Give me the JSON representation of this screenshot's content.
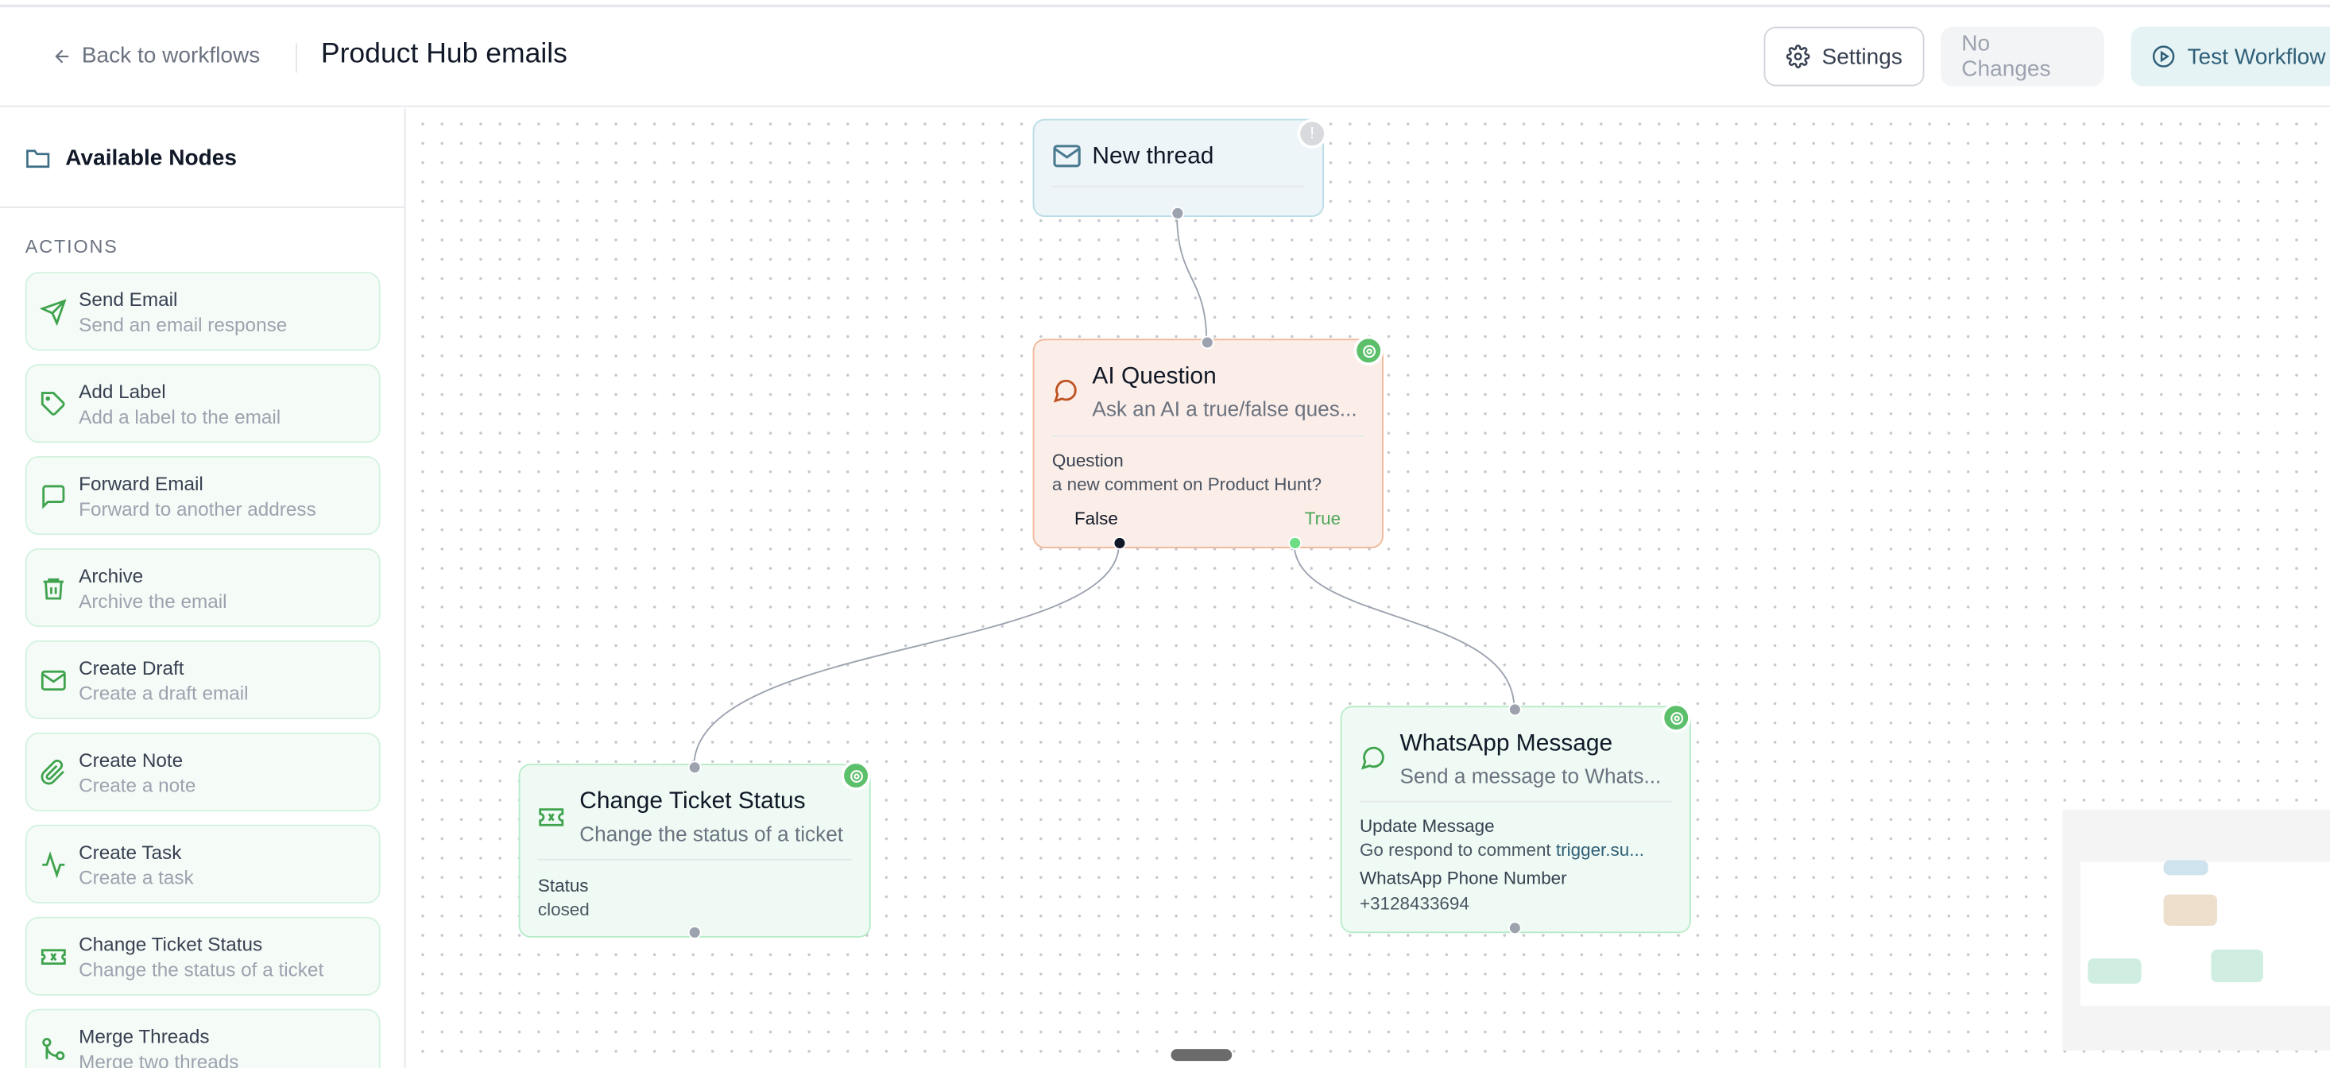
{
  "header": {
    "back_label": "Back to workflows",
    "title": "Product Hub emails",
    "settings_label": "Settings",
    "no_changes_label": "No Changes",
    "test_label": "Test Workflow"
  },
  "sidebar": {
    "title": "Available Nodes",
    "section": "ACTIONS",
    "items": [
      {
        "label": "Send Email",
        "desc": "Send an email response",
        "icon": "send-icon"
      },
      {
        "label": "Add Label",
        "desc": "Add a label to the email",
        "icon": "tag-icon"
      },
      {
        "label": "Forward Email",
        "desc": "Forward to another address",
        "icon": "message-square-icon"
      },
      {
        "label": "Archive",
        "desc": "Archive the email",
        "icon": "trash-icon"
      },
      {
        "label": "Create Draft",
        "desc": "Create a draft email",
        "icon": "mail-icon"
      },
      {
        "label": "Create Note",
        "desc": "Create a note",
        "icon": "paperclip-icon"
      },
      {
        "label": "Create Task",
        "desc": "Create a task",
        "icon": "activity-icon"
      },
      {
        "label": "Change Ticket Status",
        "desc": "Change the status of a ticket",
        "icon": "ticket-icon"
      },
      {
        "label": "Merge Threads",
        "desc": "Merge two threads",
        "icon": "git-merge-icon"
      }
    ]
  },
  "nodes": {
    "trigger": {
      "title": "New thread"
    },
    "ai": {
      "title": "AI Question",
      "desc": "Ask an AI a true/false ques...",
      "field_label": "Question",
      "field_value": "a new comment on Product Hunt?",
      "false_label": "False",
      "true_label": "True"
    },
    "ticket": {
      "title": "Change Ticket Status",
      "desc": "Change the status of a ticket",
      "field_label": "Status",
      "field_value": "closed"
    },
    "whatsapp": {
      "title": "WhatsApp Message",
      "desc": "Send a message to Whats...",
      "field1_label": "Update Message",
      "field1_value": "Go respond to comment ",
      "field1_link": "trigger.su...",
      "field2_label": "WhatsApp Phone Number",
      "field2_value": "+3128433694"
    }
  },
  "colors": {
    "accent_green": "#3fa34d",
    "trigger_bg": "#edf5f8",
    "ai_bg": "#fbeee8",
    "action_bg": "#eefaf3",
    "test_button": "#2f5f78"
  }
}
